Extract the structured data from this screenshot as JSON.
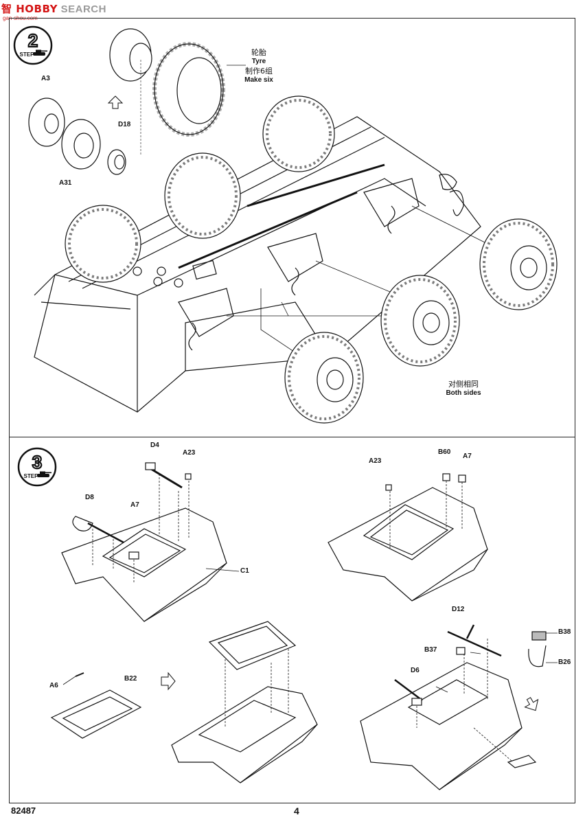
{
  "watermark": {
    "logo": "智 HOBBY",
    "search": "SEARCH",
    "url": "gan-shou.com"
  },
  "step2": {
    "number": "2",
    "word": "STEP",
    "tyre_cn": "轮胎",
    "tyre_en": "Tyre",
    "make_cn": "制作6组",
    "make_en": "Make six",
    "parts": {
      "a3": "A3",
      "d18": "D18",
      "a31": "A31"
    },
    "both_cn": "对侧相同",
    "both_en": "Both sides"
  },
  "step3": {
    "number": "3",
    "word": "STEP",
    "parts": {
      "d4": "D4",
      "a23_left": "A23",
      "d8": "D8",
      "a7_left": "A7",
      "c1": "C1",
      "a23_right": "A23",
      "b60": "B60",
      "a7_right": "A7",
      "a6": "A6",
      "b22": "B22",
      "d12": "D12",
      "b37": "B37",
      "d6": "D6",
      "b38": "B38",
      "b26": "B26"
    }
  },
  "footer": {
    "code": "82487",
    "page": "4"
  }
}
